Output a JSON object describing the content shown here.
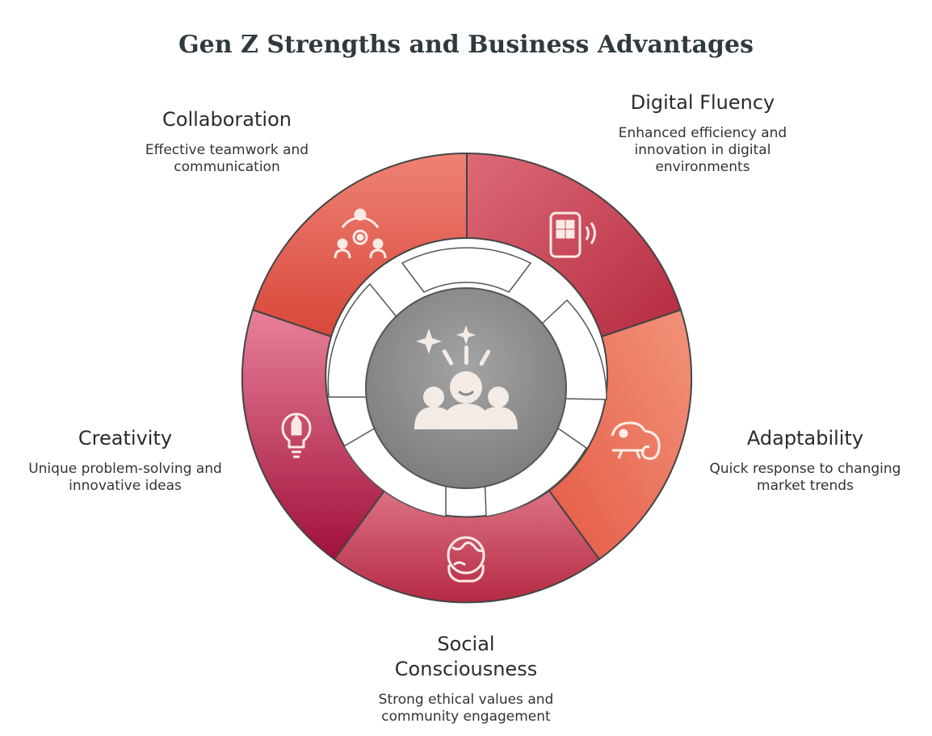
{
  "title": "Gen Z Strengths and Business Advantages",
  "center": {
    "icon": "team-sparkle-icon",
    "color": "#8a8a8a"
  },
  "segments": [
    {
      "id": "collaboration",
      "head": "Collaboration",
      "desc": "Effective teamwork and\ncommunication",
      "icon": "team-gear-icon",
      "color_outer": "#ec7a6e",
      "color_inner": "#d94a3c"
    },
    {
      "id": "digital-fluency",
      "head": "Digital Fluency",
      "desc": "Enhanced efficiency and\ninnovation in digital\nenvironments",
      "icon": "phone-app-icon",
      "color_outer": "#d95c6e",
      "color_inner": "#b52b40"
    },
    {
      "id": "adaptability",
      "head": "Adaptability",
      "desc": "Quick response to changing\nmarket trends",
      "icon": "chameleon-icon",
      "color_outer": "#f08a70",
      "color_inner": "#e8604a"
    },
    {
      "id": "social-consciousness",
      "head": "Social\nConsciousness",
      "desc": "Strong ethical values and\ncommunity engagement",
      "icon": "globe-head-icon",
      "color_outer": "#c9384e",
      "color_inner": "#d96a7a"
    },
    {
      "id": "creativity",
      "head": "Creativity",
      "desc": "Unique problem-solving and\ninnovative ideas",
      "icon": "pencil-bulb-icon",
      "color_outer": "#e27590",
      "color_inner": "#a3143a"
    }
  ]
}
